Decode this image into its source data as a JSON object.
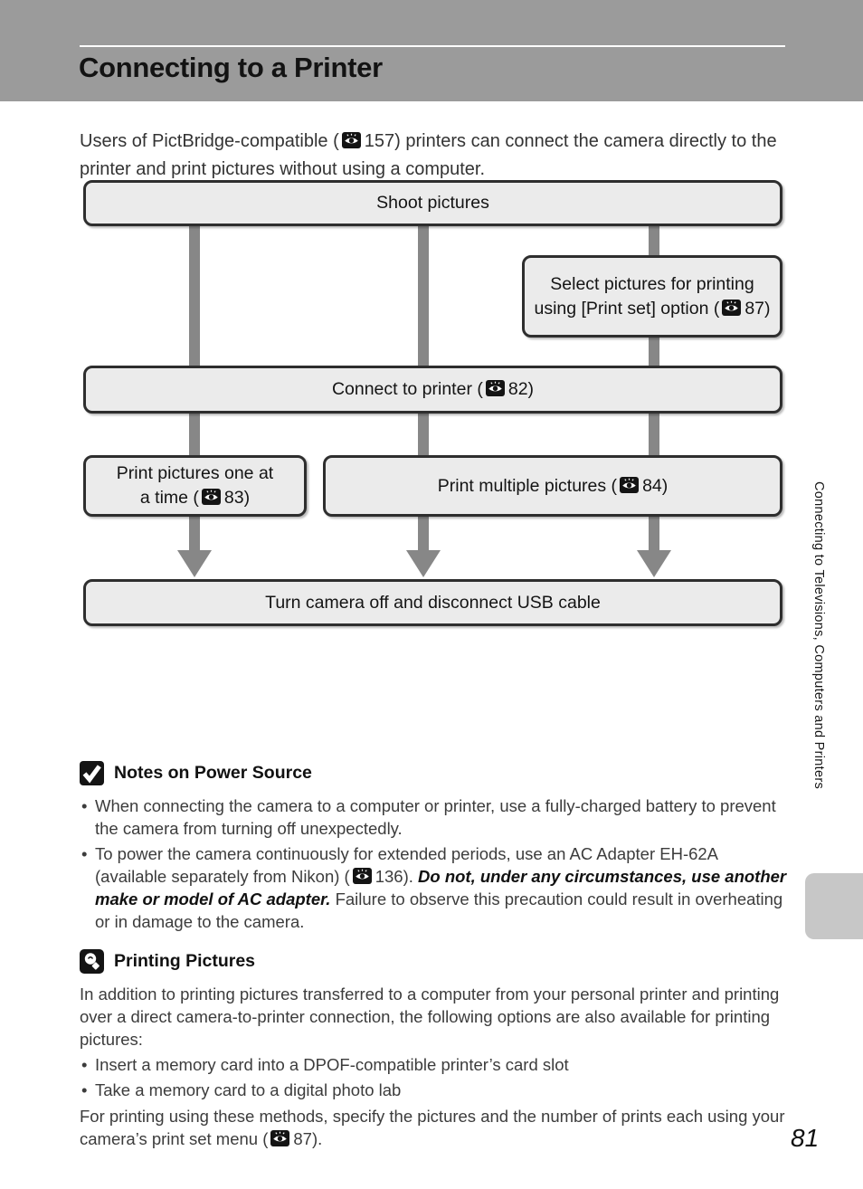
{
  "header": {
    "title": "Connecting to a Printer"
  },
  "intro": {
    "pre": "Users of PictBridge-compatible (",
    "ref": "157)",
    "post": " printers can connect the camera directly to the printer and print pictures without using a computer."
  },
  "flowchart": {
    "shoot": "Shoot pictures",
    "select_line1": "Select pictures for printing",
    "select_line2_pre": "using [Print set] option (",
    "select_ref": "87)",
    "connect_pre": "Connect to printer (",
    "connect_ref": "82)",
    "print_one_line1": "Print pictures one at",
    "print_one_line2_pre": "a time (",
    "print_one_ref": "83)",
    "print_multi_pre": "Print multiple pictures (",
    "print_multi_ref": "84)",
    "turn_off": "Turn camera off and disconnect USB cable"
  },
  "notes": {
    "title": "Notes on Power Source",
    "bullet1": "When connecting the camera to a computer or printer, use a fully-charged battery to prevent the camera from turning off unexpectedly.",
    "bullet2_pre": "To power the camera continuously for extended periods, use an AC Adapter EH-62A (available separately from Nikon) (",
    "bullet2_ref": "136).",
    "bullet2_bold": "Do not, under any circumstances, use another make or model of AC adapter.",
    "bullet2_post": "Failure to observe this precaution could result in overheating or in damage to the camera."
  },
  "printing": {
    "title": "Printing Pictures",
    "para": "In addition to printing pictures transferred to a computer from your personal printer and printing over a direct camera-to-printer connection, the following options are also available for printing pictures:",
    "bullets": [
      "Insert a memory card into a DPOF-compatible printer’s card slot",
      "Take a memory card to a digital photo lab"
    ],
    "outro_pre": "For printing using these methods, specify the pictures and the number of prints each using your camera’s print set menu (",
    "outro_ref": "87)."
  },
  "sidebar": {
    "text": "Connecting to Televisions, Computers and Printers"
  },
  "footer": {
    "page_number": "81"
  },
  "icons": {
    "page_ref": "page-reference-icon",
    "notes": "note-check-icon",
    "tip": "tip-lightbulb-icon"
  },
  "colors": {
    "header_band": "#9b9b9b",
    "flow_box_fill": "#ebebeb",
    "flow_box_border": "#2e2e2e",
    "connector_gray": "#878787",
    "side_tab_gray": "#c7c7c7"
  }
}
